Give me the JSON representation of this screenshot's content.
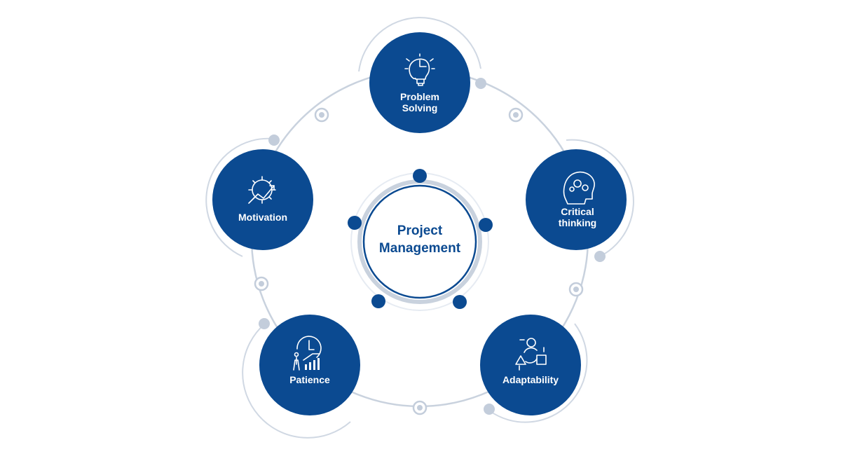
{
  "diagram": {
    "center": {
      "line1": "Project",
      "line2": "Management"
    },
    "nodes": [
      {
        "id": "problem-solving",
        "icon": "lightbulb-puzzle-icon",
        "lines": [
          "Problem",
          "Solving"
        ]
      },
      {
        "id": "critical-thinking",
        "icon": "head-gears-icon",
        "lines": [
          "Critical",
          "thinking"
        ]
      },
      {
        "id": "adaptability",
        "icon": "shapes-cycle-icon",
        "lines": [
          "Adaptability"
        ]
      },
      {
        "id": "patience",
        "icon": "clock-growth-icon",
        "lines": [
          "Patience"
        ]
      },
      {
        "id": "motivation",
        "icon": "gear-arrow-icon",
        "lines": [
          "Motivation"
        ]
      }
    ],
    "colors": {
      "primary": "#0b4a91",
      "ring": "#c9d2de",
      "background": "#ffffff"
    }
  }
}
